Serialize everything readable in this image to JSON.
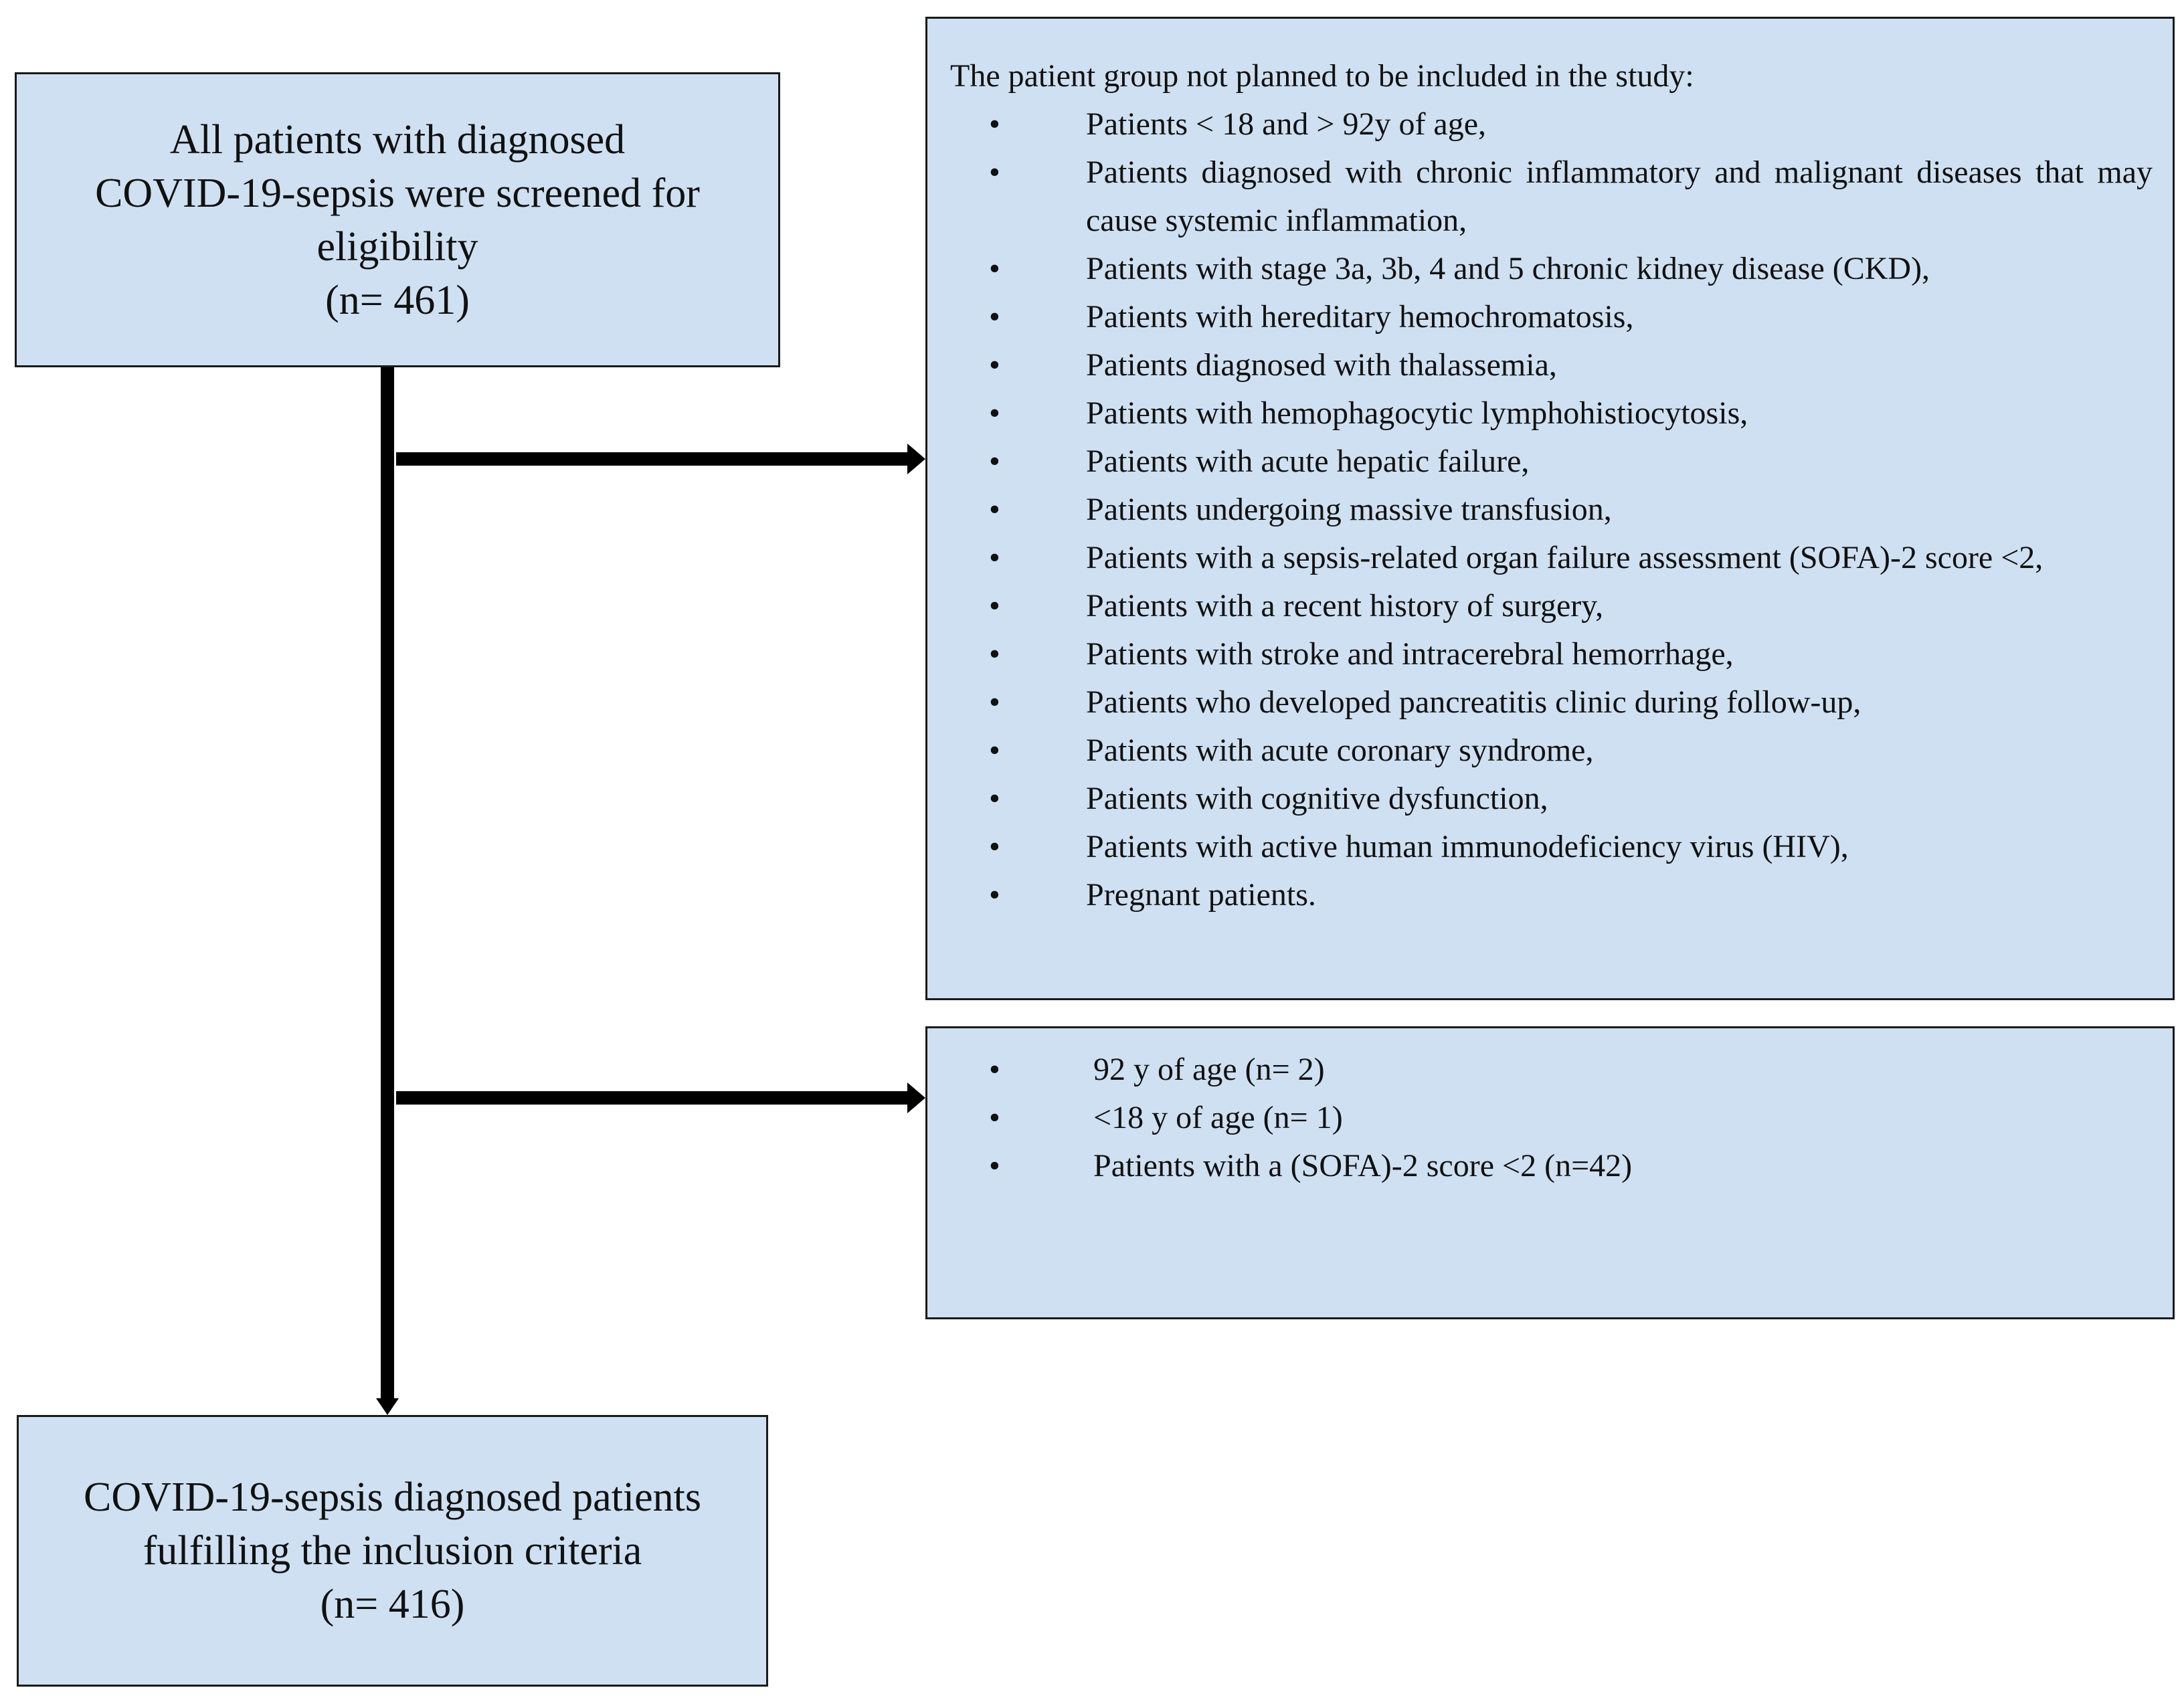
{
  "nodes": {
    "screened": {
      "lines": [
        "All patients with diagnosed",
        "COVID-19-sepsis were screened for",
        "eligibility",
        "(n= 461)"
      ]
    },
    "exclusion_criteria": {
      "heading": "The patient group not planned to be included in the study:",
      "items": [
        "Patients < 18 and >  92y of age,",
        "Patients diagnosed with chronic inflammatory and malignant diseases that may cause systemic inflammation,",
        "Patients with stage 3a, 3b, 4 and 5 chronic kidney disease (CKD),",
        "Patients with hereditary hemochromatosis,",
        "Patients diagnosed with thalassemia,",
        "Patients with hemophagocytic lymphohistiocytosis,",
        "Patients with acute hepatic failure,",
        "Patients undergoing massive transfusion,",
        "Patients with a sepsis-related organ failure assessment (SOFA)-2 score <2,",
        "Patients with a recent history of surgery,",
        "Patients with stroke and intracerebral hemorrhage,",
        "Patients who developed pancreatitis clinic during follow-up,",
        "Patients with acute coronary syndrome,",
        "Patients with cognitive dysfunction,",
        "Patients with active human immunodeficiency virus (HIV),",
        "Pregnant patients."
      ]
    },
    "excluded": {
      "items": [
        "92 y of age (n= 2)",
        "<18 y of age (n= 1)",
        "Patients with a (SOFA)-2 score <2 (n=42)"
      ]
    },
    "included": {
      "lines": [
        "COVID-19-sepsis diagnosed patients",
        "fulfilling the inclusion criteria",
        "(n= 416)"
      ]
    }
  },
  "bullet_symbol": "•",
  "colors": {
    "box_fill": "#cfe0f2",
    "line": "#000000"
  }
}
